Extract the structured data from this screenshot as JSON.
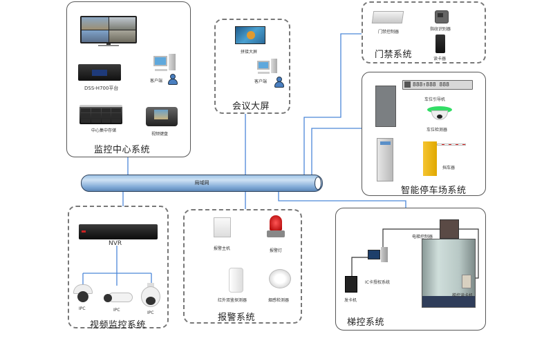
{
  "diagram": {
    "network_bus": {
      "label": "局域网"
    },
    "systems": {
      "monitoring_center": {
        "title": "监控中心系统",
        "devices": [
          "DSS-H700平台",
          "客户端",
          "中心集中存储",
          "视频键盘"
        ]
      },
      "conference_screen": {
        "title": "会议大屏",
        "devices": [
          "拼接大屏",
          "客户端"
        ]
      },
      "access_control": {
        "title": "门禁系统",
        "devices": [
          "门禁控制器",
          "指纹识别器",
          "读卡器"
        ]
      },
      "smart_parking": {
        "title": "智能停车场系统",
        "devices": [
          "车位引导机",
          "车位检测器",
          "挡车器"
        ],
        "guide_display": "888↑888 888"
      },
      "video_surveillance": {
        "title": "视频监控系统",
        "devices": [
          "NVR",
          "IPC",
          "IPC",
          "IPC"
        ]
      },
      "alarm": {
        "title": "报警系统",
        "devices": [
          "报警主机",
          "报警灯",
          "红外双鉴探测器",
          "烟感检测器"
        ]
      },
      "elevator_control": {
        "title": "梯控系统",
        "devices": [
          "电梯控制器",
          "IC卡授权系统",
          "发卡机",
          "梯控读卡机"
        ]
      }
    },
    "colors": {
      "link_line": "#4a86d8",
      "bus_fill": "#8fb6de",
      "bus_border": "#2a3e58",
      "box_border": "#555555"
    }
  }
}
